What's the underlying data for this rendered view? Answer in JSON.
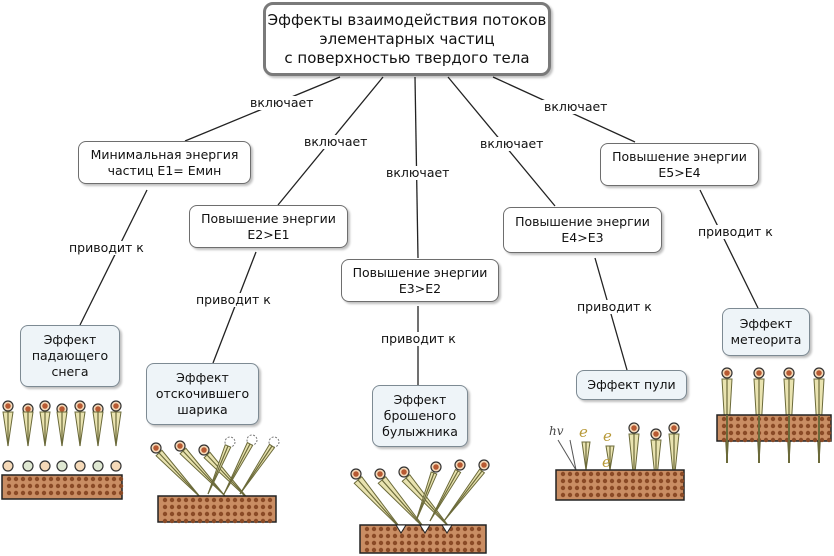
{
  "root": {
    "text": "Эффекты взаимодействия потоков\nэлементарных частиц\nс поверхностью твердого тела"
  },
  "link_includes": "включает",
  "link_leads": "приводит к",
  "branches": [
    {
      "condition": "Минимальная энергия\nчастиц Е1= Емин",
      "effect": "Эффект\nпадающего\nснега"
    },
    {
      "condition": "Повышение энергии\nЕ2>Е1",
      "effect": "Эффект\nотскочившего\nшарика"
    },
    {
      "condition": "Повышение энергии\nЕ3>Е2",
      "effect": "Эффект\nброшеного\nбулыжника"
    },
    {
      "condition": "Повышение энергии\nЕ4>Е3",
      "effect": "Эффект пули"
    },
    {
      "condition": "Повышение энергии\nЕ5>Е4",
      "effect": "Эффект\nметеорита"
    }
  ],
  "bullet_labels": {
    "hv": "hv",
    "e": "e"
  },
  "colors": {
    "particle_fill": "#f5d9b8",
    "particle_core": "#b85a32",
    "surface": "#c98d63",
    "surface_dot": "#8a4a26",
    "arrow_light": "#e9e3b0",
    "arrow_dark": "#6b6a3a",
    "deep_ball": "#b9cfb0"
  }
}
